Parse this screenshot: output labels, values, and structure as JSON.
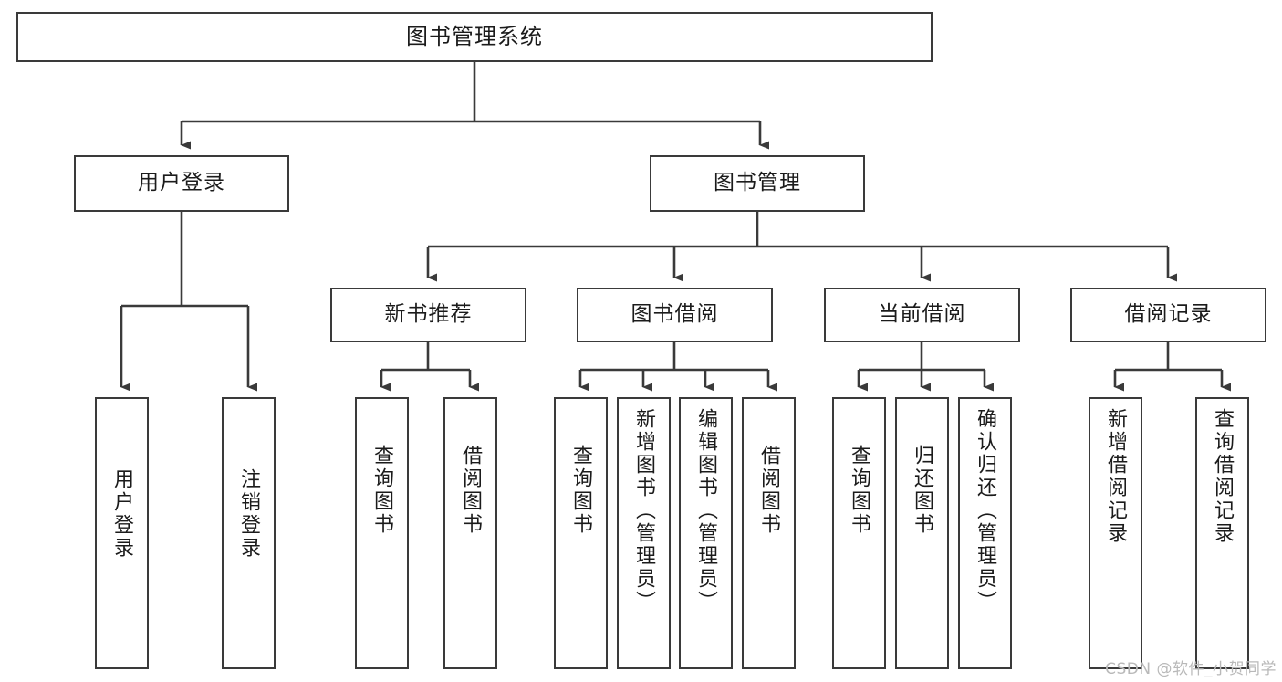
{
  "diagram": {
    "title": "图书管理系统",
    "type": "hierarchy-tree",
    "watermark": "CSDN @软件_小贺同学",
    "colors": {
      "stroke": "#3a3a3a",
      "fill": "#ffffff",
      "text": "#1b1b1b",
      "watermark": "#b9b9b9"
    },
    "root": {
      "label": "图书管理系统"
    },
    "level2": [
      {
        "label": "用户登录"
      },
      {
        "label": "图书管理"
      }
    ],
    "level3": [
      {
        "label": "新书推荐"
      },
      {
        "label": "图书借阅"
      },
      {
        "label": "当前借阅"
      },
      {
        "label": "借阅记录"
      }
    ],
    "leaves": {
      "user_login": [
        {
          "label": "用户登录"
        },
        {
          "label": "注销登录"
        }
      ],
      "new_book_recommend": [
        {
          "label": "查询图书"
        },
        {
          "label": "借阅图书"
        }
      ],
      "book_borrow": [
        {
          "label": "查询图书"
        },
        {
          "label": "新增图书（管理员）"
        },
        {
          "label": "编辑图书（管理员）"
        },
        {
          "label": "借阅图书"
        }
      ],
      "current_borrow": [
        {
          "label": "查询图书"
        },
        {
          "label": "归还图书"
        },
        {
          "label": "确认归还（管理员）"
        }
      ],
      "borrow_record": [
        {
          "label": "新增借阅记录"
        },
        {
          "label": "查询借阅记录"
        }
      ]
    }
  }
}
